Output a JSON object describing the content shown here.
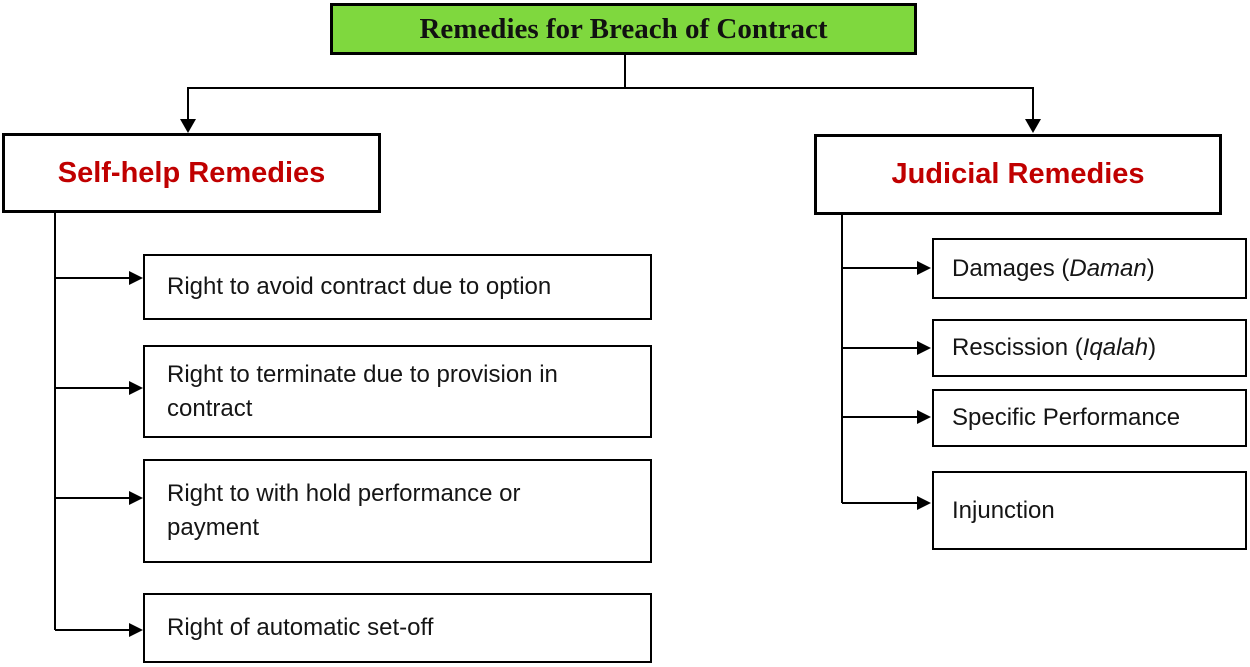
{
  "diagram": {
    "title": "Remedies for Breach of Contract",
    "colors": {
      "title_bg": "#7FD83E",
      "heading_text": "#C00000",
      "line": "#000000",
      "box_bg": "#FFFFFF"
    },
    "left_branch": {
      "heading": "Self-help Remedies",
      "items": [
        {
          "text": "Right to avoid contract due to option"
        },
        {
          "text": "Right to terminate due to provision in\ncontract"
        },
        {
          "text": "Right to with hold performance or\npayment"
        },
        {
          "text": "Right of automatic set-off"
        }
      ]
    },
    "right_branch": {
      "heading": "Judicial Remedies",
      "items": [
        {
          "pre": "Damages (",
          "italic": "Daman",
          "post": ")"
        },
        {
          "pre": "Rescission (",
          "italic": "Iqalah",
          "post": ")"
        },
        {
          "pre": "Specific Performance",
          "italic": "",
          "post": ""
        },
        {
          "pre": "Injunction",
          "italic": "",
          "post": ""
        }
      ]
    }
  }
}
